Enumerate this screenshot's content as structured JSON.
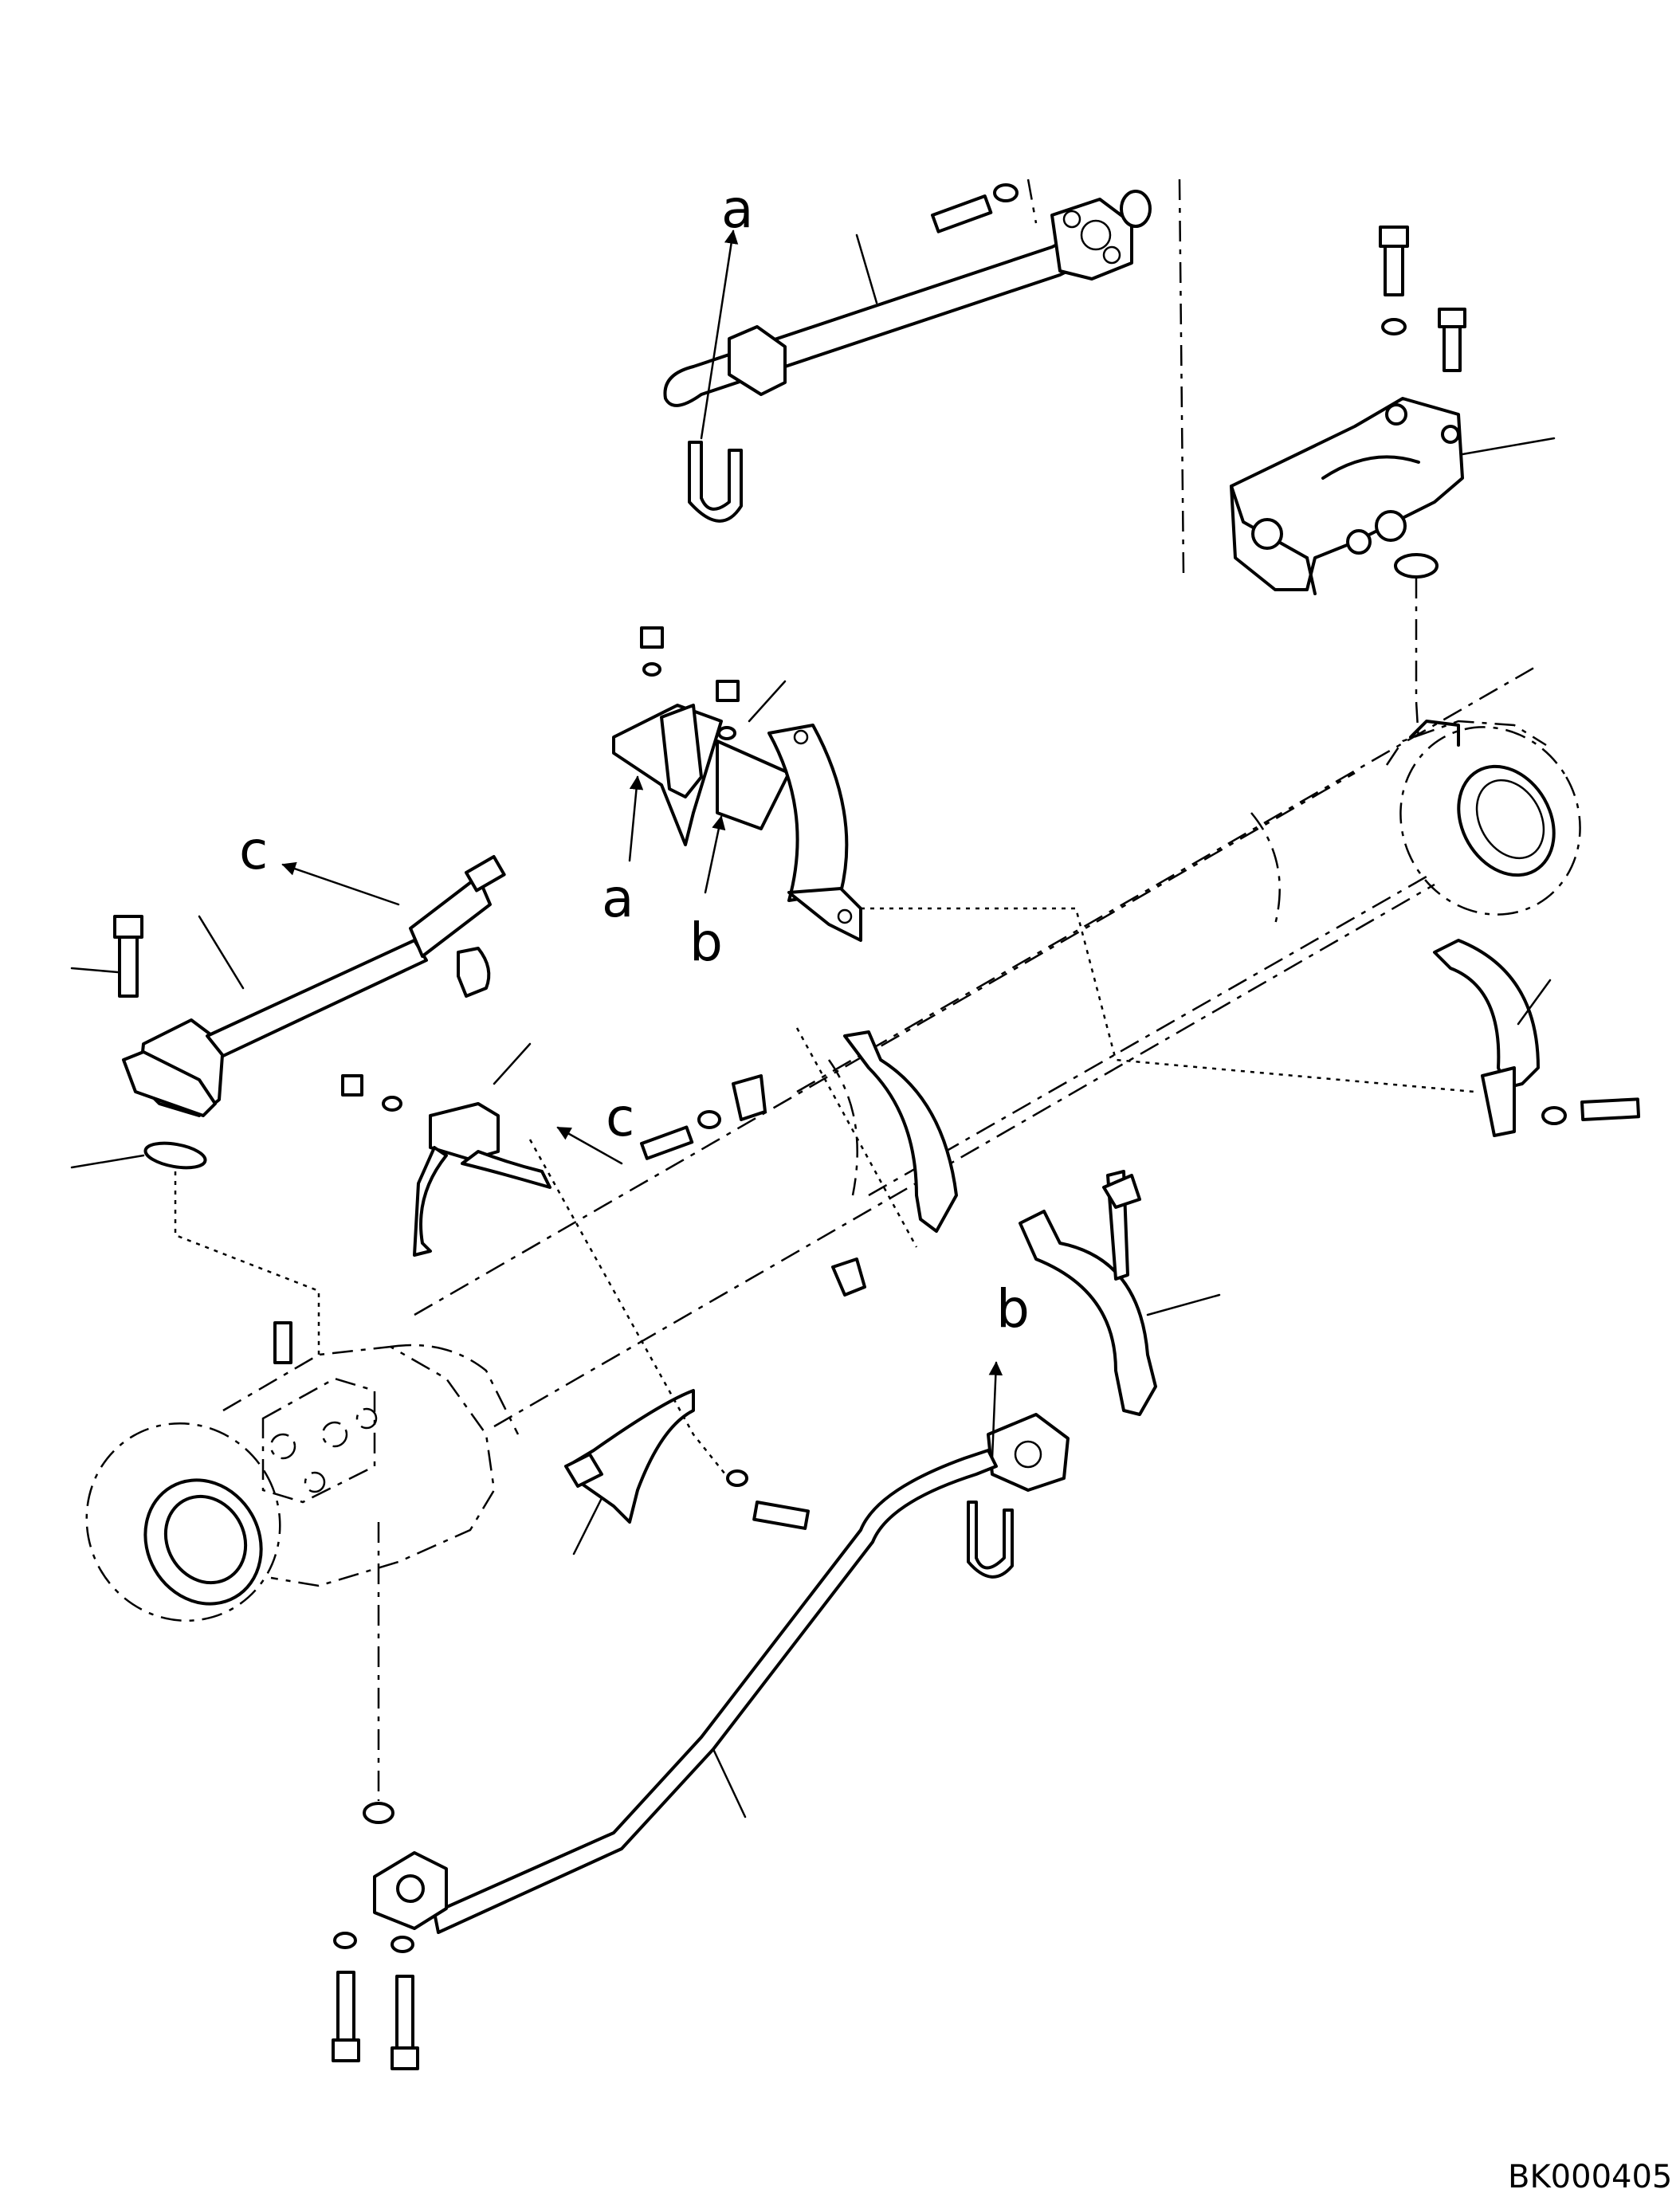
{
  "labels": {
    "a": "a",
    "b": "b",
    "c": "c"
  },
  "drawing_code": "BK000405"
}
